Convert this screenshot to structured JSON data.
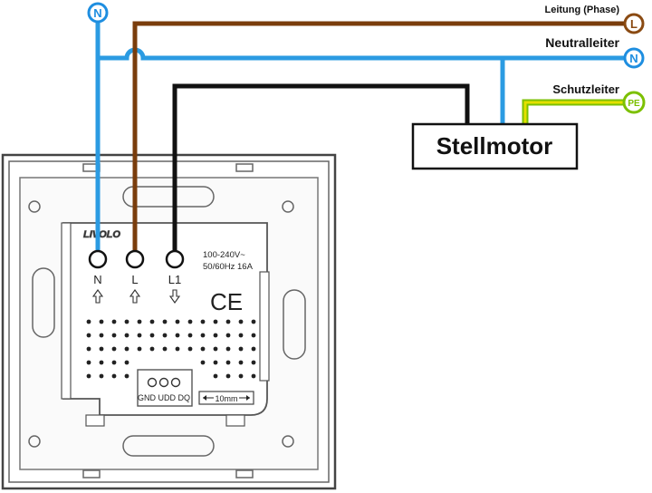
{
  "labels": {
    "phase": "Leitung (Phase)",
    "neutral": "Neutralleiter",
    "earth": "Schutzleiter",
    "motor": "Stellmotor"
  },
  "terminals": {
    "top_n": "N",
    "phase": "L",
    "neutral": "N",
    "earth": "PE"
  },
  "device": {
    "brand": "LIVOLO",
    "rating_line1": "100-240V~",
    "rating_line2": "50/60Hz 16A",
    "ce_mark": "CE",
    "term_n": "N",
    "term_l": "L",
    "term_l1": "L1",
    "bus_labels": "GND UDD DQ",
    "strip_length": "10mm"
  },
  "colors": {
    "phase_wire": "#7a3d0c",
    "neutral_wire": "#2b9be2",
    "output_wire": "#111111",
    "earth_wire_yellow": "#e4e000",
    "earth_wire_green": "#7cc000",
    "terminal_phase": "#8a4a12",
    "terminal_neutral": "#1e8ee0",
    "terminal_earth": "#7cc000"
  }
}
